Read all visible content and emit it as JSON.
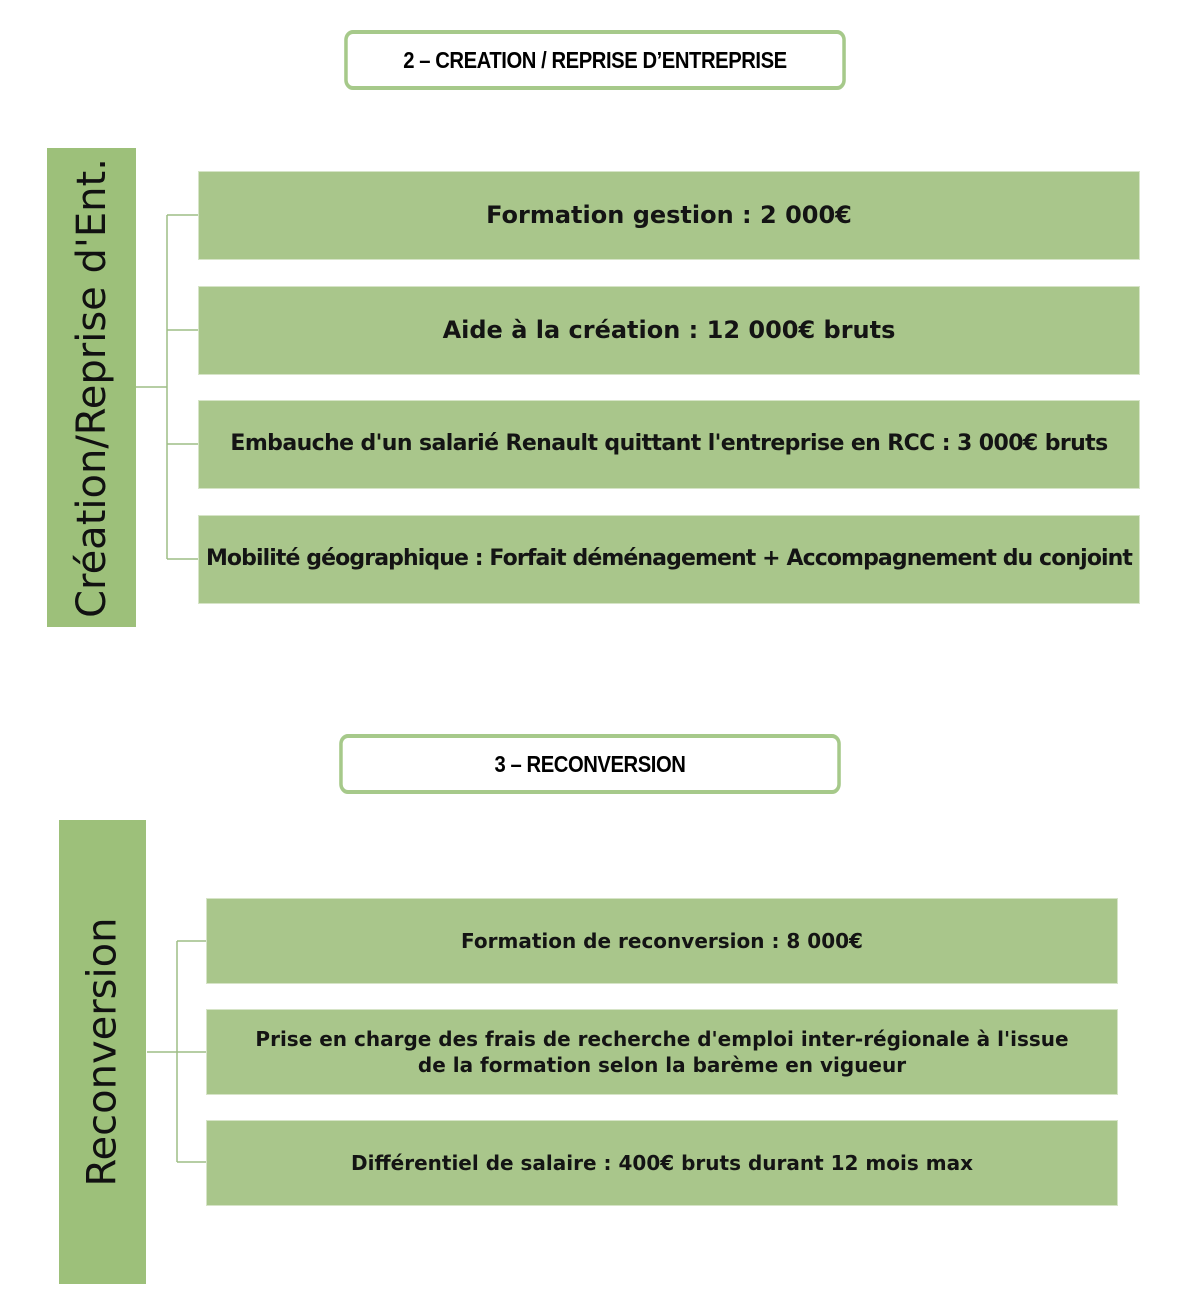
{
  "colors": {
    "accent_green": "#a6c98a",
    "box_fill": "#a9c68b",
    "label_fill": "#9dc07a",
    "connector": "#9ebd85"
  },
  "sections": [
    {
      "header": "2 – CREATION / REPRISE D’ENTREPRISE",
      "side_label": "Création/Reprise d'Ent.",
      "items": [
        "Formation gestion : 2 000€",
        "Aide à la création : 12 000€ bruts",
        "Embauche d'un salarié Renault quittant l'entreprise en RCC : 3 000€ bruts",
        "Mobilité géographique : Forfait déménagement + Accompagnement du conjoint"
      ]
    },
    {
      "header": "3 – RECONVERSION",
      "side_label": "Reconversion",
      "items": [
        "Formation de reconversion : 8 000€",
        "Prise en charge des frais de recherche d'emploi inter-régionale à l'issue de la formation selon la barème en vigueur",
        "Différentiel de salaire : 400€ bruts durant 12 mois max"
      ]
    }
  ]
}
